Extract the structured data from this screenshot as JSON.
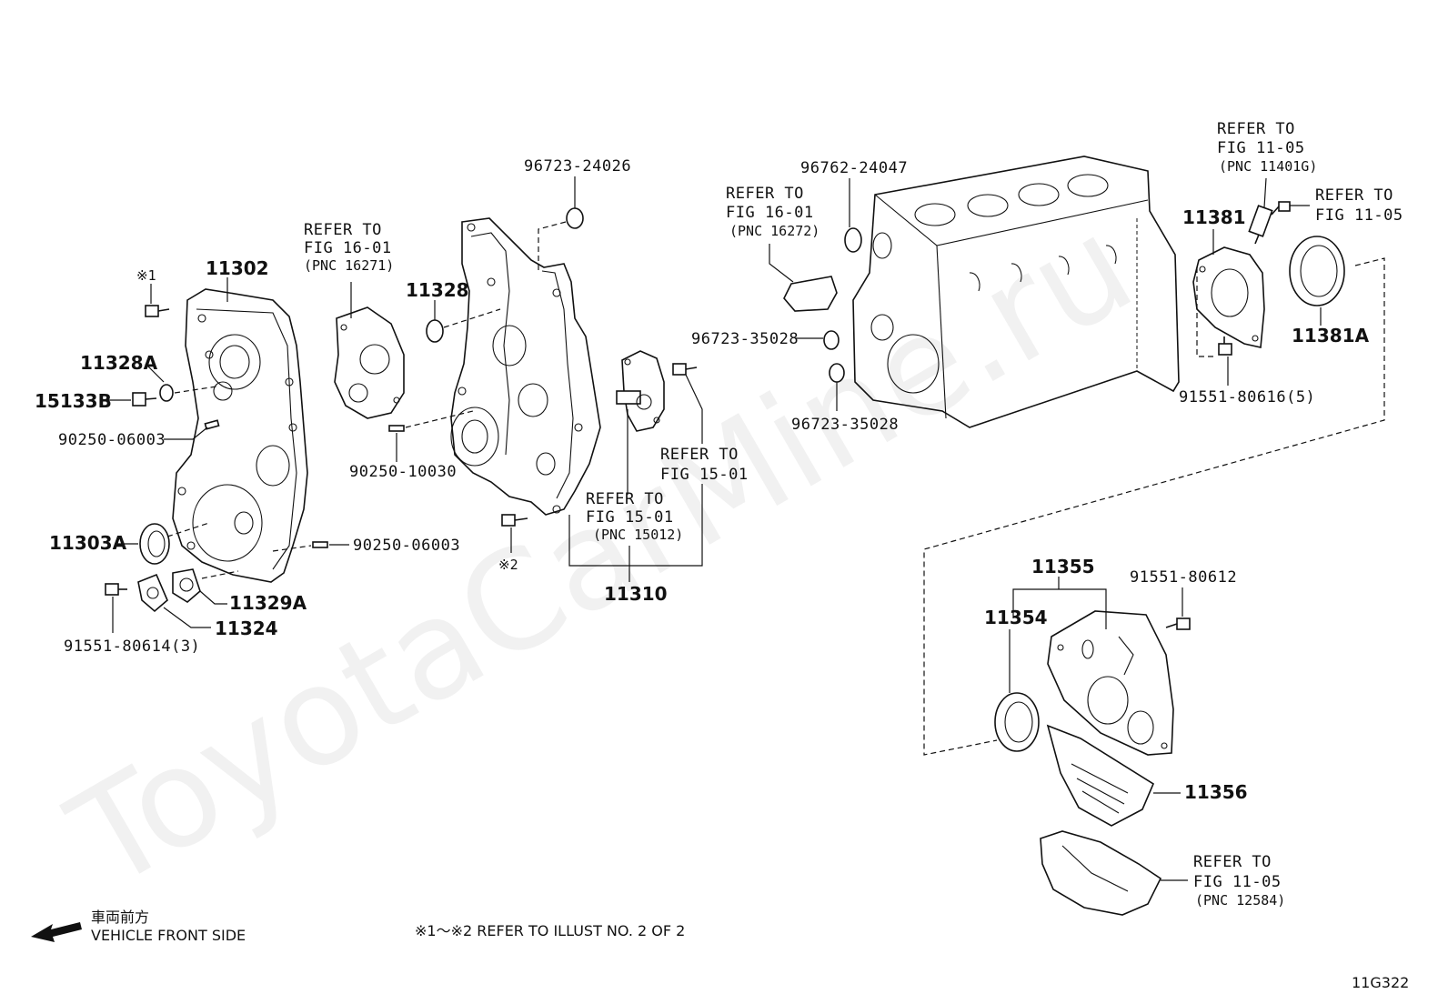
{
  "watermark": "ToyotaCarMine.ru",
  "labels": {
    "p11302": "11302",
    "p11328A": "11328A",
    "p15133B": "15133B",
    "p90250_06003_a": "90250-06003",
    "p11303A": "11303A",
    "p90250_06003_b": "90250-06003",
    "p11329A": "11329A",
    "p11324": "11324",
    "p91551_80614": "91551-80614(3)",
    "mark1": "※1",
    "mark2": "※2",
    "ref16_01_a_1": "REFER TO",
    "ref16_01_a_2": "FIG 16-01",
    "ref16_01_a_3": "(PNC 16271)",
    "p11328": "11328",
    "p96723_24026": "96723-24026",
    "p90250_10030": "90250-10030",
    "ref15_01_a_1": "REFER TO",
    "ref15_01_a_2": "FIG 15-01",
    "ref15_01_b_1": "REFER TO",
    "ref15_01_b_2": "FIG 15-01",
    "ref15_01_b_3": "(PNC 15012)",
    "p11310": "11310",
    "p96762_24047": "96762-24047",
    "ref16_01_b_1": "REFER TO",
    "ref16_01_b_2": "FIG 16-01",
    "ref16_01_b_3": "(PNC 16272)",
    "p96723_35028_a": "96723-35028",
    "p96723_35028_b": "96723-35028",
    "ref11_05_a_1": "REFER TO",
    "ref11_05_a_2": "FIG 11-05",
    "ref11_05_a_3": "(PNC 11401G)",
    "ref11_05_b_1": "REFER TO",
    "ref11_05_b_2": "FIG 11-05",
    "p11381": "11381",
    "p11381A": "11381A",
    "p91551_80616": "91551-80616(5)",
    "p11355": "11355",
    "p91551_80612": "91551-80612",
    "p11354": "11354",
    "p11356": "11356",
    "ref11_05_c_1": "REFER TO",
    "ref11_05_c_2": "FIG 11-05",
    "ref11_05_c_3": "(PNC 12584)"
  },
  "footer": {
    "front_jp": "車両前方",
    "front_en": "VEHICLE FRONT SIDE",
    "note": "※1～※2  REFER TO ILLUST NO. 2 OF 2",
    "code": "11G322"
  },
  "icons": {
    "front_arrow": "arrow-left-icon"
  }
}
